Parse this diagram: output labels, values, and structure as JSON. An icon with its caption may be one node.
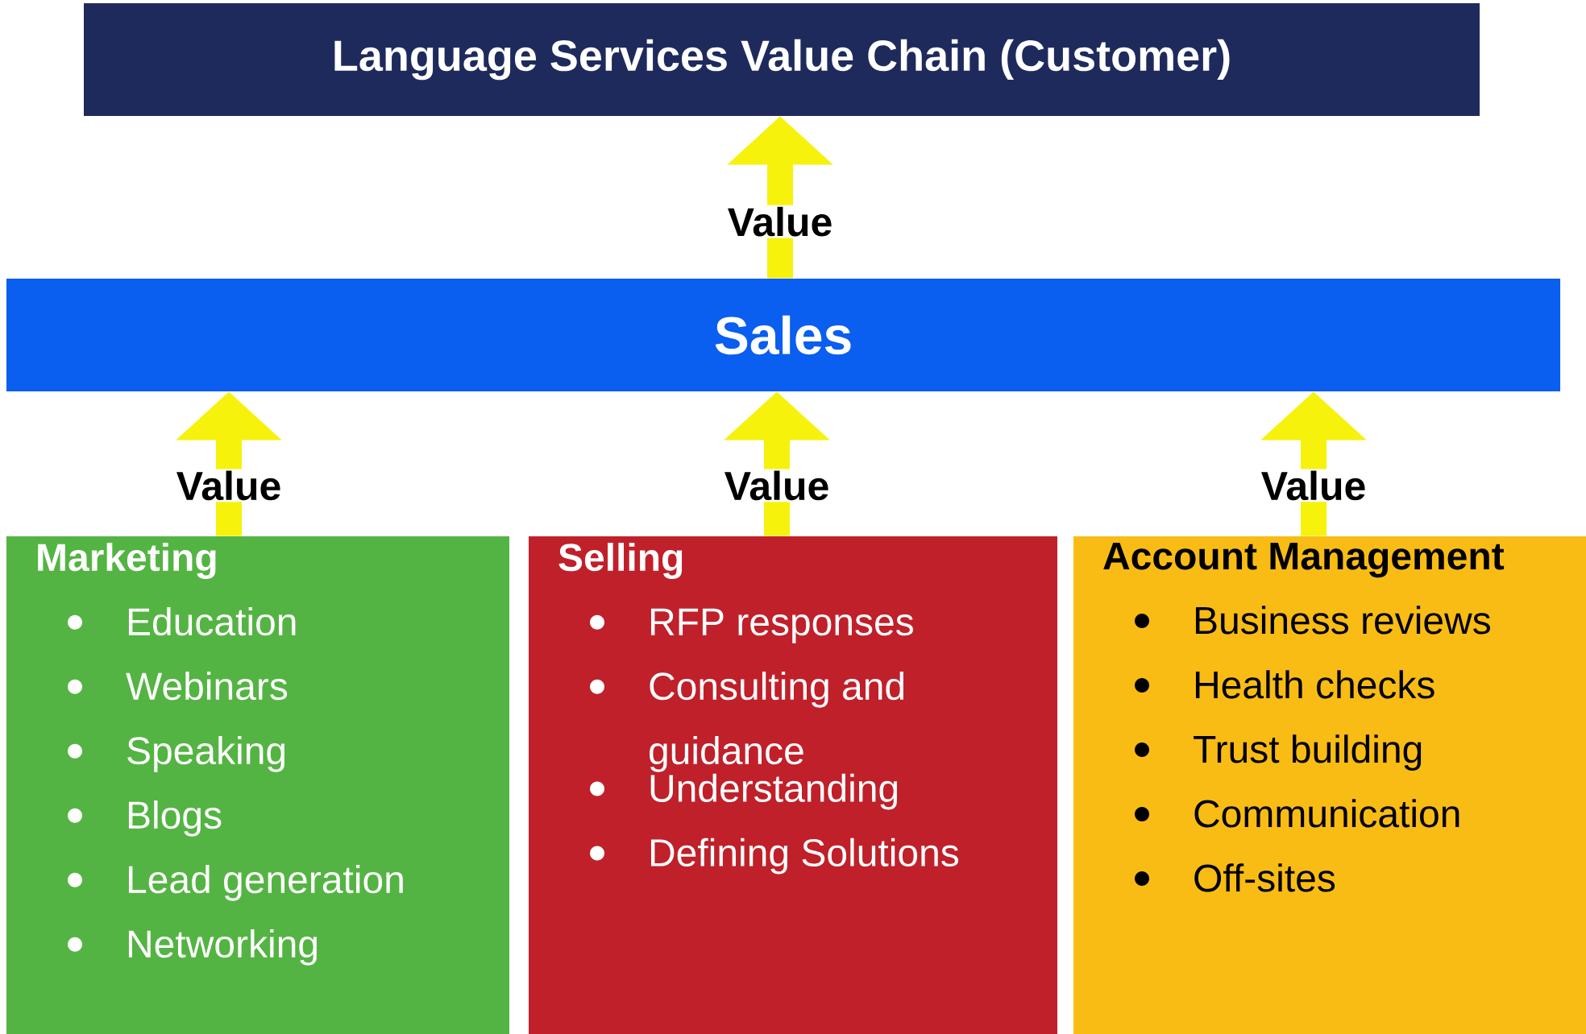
{
  "diagram": {
    "nodes": [
      {
        "text": [
          "Language Services Value Chain (Customer)"
        ]
      },
      {
        "text": [
          "Sales"
        ]
      },
      {
        "text": [
          "Marketing",
          "Education",
          "Webinars",
          "Speaking",
          "Blogs",
          "Lead generation",
          "Networking"
        ]
      },
      {
        "text": [
          "Selling",
          "RFP responses",
          "Consulting and guidance",
          "Understanding",
          "Defining Solutions"
        ]
      },
      {
        "text": [
          "Account Management",
          "Business reviews",
          "Health checks",
          "Trust building",
          "Communication",
          "Off-sites"
        ]
      }
    ],
    "edges": [
      {
        "from": 1,
        "to": 0,
        "arrow": "to",
        "label": "Value"
      },
      {
        "from": 2,
        "to": 1,
        "arrow": "to",
        "label": "Value"
      },
      {
        "from": 3,
        "to": 1,
        "arrow": "to",
        "label": "Value"
      },
      {
        "from": 4,
        "to": 1,
        "arrow": "to",
        "label": "Value"
      }
    ]
  }
}
